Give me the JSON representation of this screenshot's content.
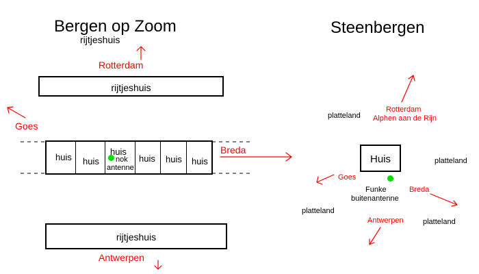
{
  "colors": {
    "road": "#ff0000",
    "antenna": "#00dd00",
    "outline": "#000000"
  },
  "left_map": {
    "title": "Bergen op Zoom",
    "top_label": "rijtjeshuis",
    "top_box": "rijtjeshuis",
    "bottom_box": "rijtjeshuis",
    "row_houses": [
      "huis",
      "huis",
      "huis",
      "huis",
      "huis",
      "huis"
    ],
    "antenna_house_notes": [
      "nok",
      "antenne"
    ],
    "directions": {
      "north": "Rotterdam",
      "west": "Goes",
      "east": "Breda",
      "south": "Antwerpen"
    }
  },
  "right_map": {
    "title": "Steenbergen",
    "house": "Huis",
    "antenna_label": [
      "Funke",
      "buitenantenne"
    ],
    "countryside": [
      "platteland",
      "platteland",
      "platteland",
      "platteland"
    ],
    "directions": {
      "north": [
        "Rotterdam",
        "Alphen aan de Rijn"
      ],
      "west": "Goes",
      "east": "Breda",
      "south": "Antwerpen"
    }
  }
}
